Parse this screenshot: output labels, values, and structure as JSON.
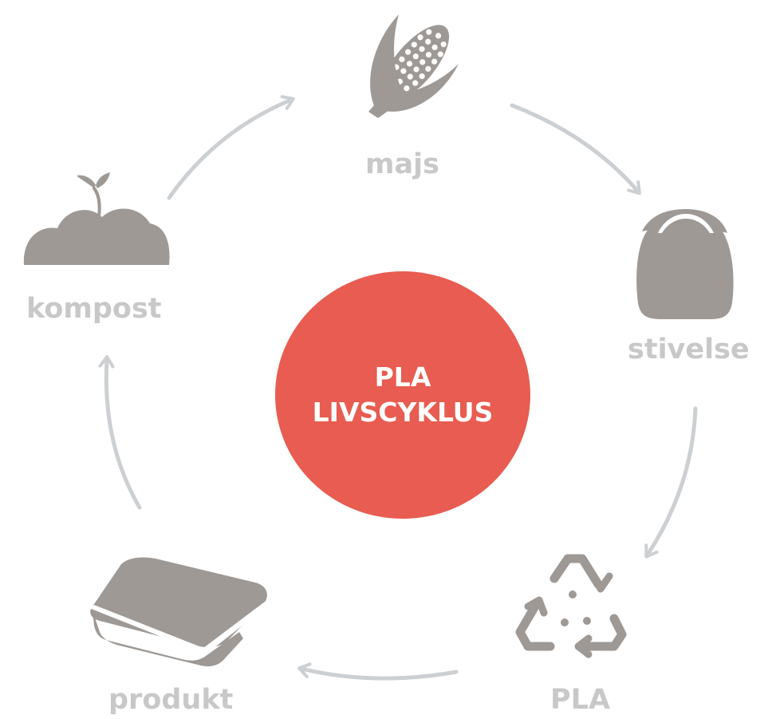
{
  "colors": {
    "icon": "#9e9995",
    "arrow": "#cdd0d3",
    "label": "#c8c8c8",
    "center": "#e85c51",
    "center_text": "#ffffff"
  },
  "center": {
    "line1": "PLA",
    "line2": "LIVSCYKLUS"
  },
  "stages": [
    {
      "id": "majs",
      "label": "majs",
      "icon": "corn-icon"
    },
    {
      "id": "stivelse",
      "label": "stivelse",
      "icon": "starch-sack-icon"
    },
    {
      "id": "pla",
      "label": "PLA",
      "icon": "recycle-icon"
    },
    {
      "id": "produkt",
      "label": "produkt",
      "icon": "food-container-icon"
    },
    {
      "id": "kompost",
      "label": "kompost",
      "icon": "compost-icon"
    }
  ]
}
